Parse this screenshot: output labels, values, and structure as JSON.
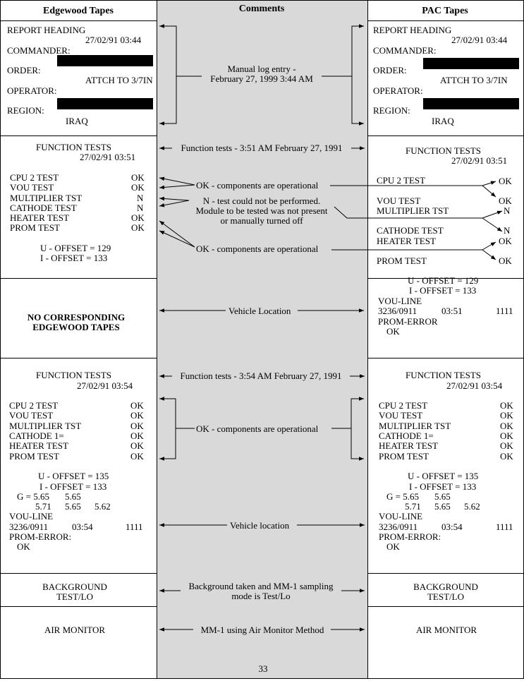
{
  "headers": {
    "left": "Edgewood Tapes",
    "mid": "Comments",
    "right": "PAC Tapes"
  },
  "s1": {
    "title": "REPORT HEADING",
    "datetime": "27/02/91  03:44",
    "commander": "COMMANDER:",
    "order": "ORDER:",
    "order_val": "ATTCH TO 3/7IN",
    "operator": "OPERATOR:",
    "region": "REGION:",
    "region_val": "IRAQ",
    "comment": [
      "Manual log entry -",
      "February 27, 1999  3:44 AM"
    ]
  },
  "s2": {
    "title": "FUNCTION TESTS",
    "datetime": "27/02/91  03:51",
    "tests": [
      {
        "name": "CPU 2 TEST",
        "val": "OK"
      },
      {
        "name": "VOU TEST",
        "val": "OK"
      },
      {
        "name": "MULTIPLIER TST",
        "val": "N"
      },
      {
        "name": "CATHODE TEST",
        "val": "N"
      },
      {
        "name": "HEATER TEST",
        "val": "OK"
      },
      {
        "name": "PROM TEST",
        "val": "OK"
      }
    ],
    "u_offset": "U - OFFSET = 129",
    "i_offset": "I - OFFSET = 133",
    "comment_top": "Function tests - 3:51 AM February 27, 1991",
    "comment_ok1": "OK - components are operational",
    "comment_n": [
      "N - test could not be performed.",
      "Module to be tested was not present",
      "or manually turned off"
    ],
    "comment_ok2": "OK - components are operational",
    "right_vals": {
      "cpu": "OK",
      "vou": "OK",
      "mult": "N",
      "cath": "N",
      "heat": "OK",
      "prom": "OK"
    }
  },
  "s3": {
    "left": [
      "NO CORRESPONDING",
      "EDGEWOOD TAPES"
    ],
    "comment": "Vehicle Location",
    "right": {
      "u_offset": "U - OFFSET = 129",
      "i_offset": "I - OFFSET = 133",
      "vou_line": "VOU-LINE",
      "code": "3236/0911",
      "time": "03:51",
      "num": "1111",
      "prom_error": "PROM-ERROR",
      "ok": "OK"
    }
  },
  "s4": {
    "title": "FUNCTION TESTS",
    "datetime": "27/02/91  03:54",
    "tests": [
      {
        "name": "CPU 2 TEST",
        "val": "OK"
      },
      {
        "name": "VOU TEST",
        "val": "OK"
      },
      {
        "name": "MULTIPLIER TST",
        "val": "OK"
      },
      {
        "name": "CATHODE 1=",
        "val": "OK"
      },
      {
        "name": "HEATER TEST",
        "val": "OK"
      },
      {
        "name": "PROM TEST",
        "val": "OK"
      }
    ],
    "u_offset": "U - OFFSET = 135",
    "i_offset": "I - OFFSET = 133",
    "g1": "G = 5.65",
    "g2": "5.65",
    "g3": "5.71",
    "g4": "5.65",
    "g5": "5.62",
    "vou_line": "VOU-LINE",
    "code": "3236/0911",
    "time": "03:54",
    "num": "1111",
    "prom_error": "PROM-ERROR:",
    "ok": "OK",
    "comment_top": "Function tests - 3:54 AM February 27, 1991",
    "comment_ok": "OK - components are operational",
    "comment_loc": "Vehicle location"
  },
  "s5": {
    "label": [
      "BACKGROUND",
      "TEST/LO"
    ],
    "comment": [
      "Background taken and MM-1 sampling",
      "mode is Test/Lo"
    ]
  },
  "s6": {
    "label": "AIR MONITOR",
    "comment": "MM-1 using Air Monitor Method"
  },
  "page_number": "33"
}
